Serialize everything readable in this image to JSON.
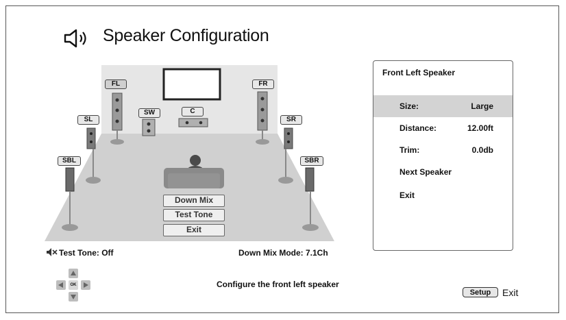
{
  "screen": {
    "title": "Speaker Configuration",
    "title_icon": "speaker-icon"
  },
  "speakers": {
    "FL": "FL",
    "FR": "FR",
    "SW": "SW",
    "C": "C",
    "SL": "SL",
    "SR": "SR",
    "SBL": "SBL",
    "SBR": "SBR",
    "selected": "FL"
  },
  "menu": {
    "items": [
      "Down Mix",
      "Test Tone",
      "Exit"
    ]
  },
  "status": {
    "test_tone": "Test Tone: Off",
    "down_mix_mode": "Down Mix Mode: 7.1Ch",
    "mute_icon": "mute-speaker-icon"
  },
  "panel": {
    "title": "Front Left Speaker",
    "rows": [
      {
        "label": "Size:",
        "value": "Large",
        "selected": true
      },
      {
        "label": "Distance:",
        "value": "12.00ft"
      },
      {
        "label": "Trim:",
        "value": "0.0db"
      },
      {
        "label": "Next Speaker",
        "value": ""
      },
      {
        "label": "Exit",
        "value": ""
      }
    ]
  },
  "footer": {
    "hint": "Configure the front left speaker",
    "ok_label": "OK",
    "setup_label": "Setup",
    "setup_action": "Exit"
  },
  "colors": {
    "room_back": "#e6e6e6",
    "room_floor": "#d0d0d0",
    "speaker_body": "#8a8a8a",
    "selected_row": "#d3d3d3"
  }
}
